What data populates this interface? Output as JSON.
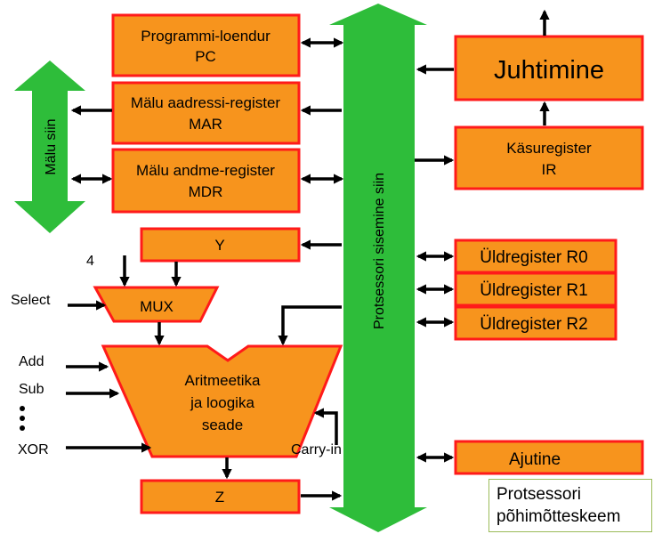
{
  "blocks": {
    "pc": {
      "line1": "Programmi-loendur",
      "line2": "PC"
    },
    "mar": {
      "line1": "Mälu aadressi-register",
      "line2": "MAR"
    },
    "mdr": {
      "line1": "Mälu andme-register",
      "line2": "MDR"
    },
    "y": {
      "label": "Y"
    },
    "mux": {
      "label": "MUX"
    },
    "alu": {
      "line1": "Aritmeetika",
      "line2": "ja loogika",
      "line3": "seade"
    },
    "z": {
      "label": "Z"
    },
    "juhtimine": {
      "label": "Juhtimine"
    },
    "ir": {
      "line1": "Käsuregister",
      "line2": "IR"
    },
    "r0": {
      "label": "Üldregister R0"
    },
    "r1": {
      "label": "Üldregister R1"
    },
    "r2": {
      "label": "Üldregister R2"
    },
    "ajutine": {
      "label": "Ajutine"
    }
  },
  "buses": {
    "memory_bus": "Mälu siin",
    "internal_bus": "Protsessori sisemine siin"
  },
  "inputs": {
    "four": "4",
    "select": "Select",
    "add": "Add",
    "sub": "Sub",
    "xor": "XOR",
    "carry_in": "Carry-in"
  },
  "caption": {
    "line1": "Protsessori",
    "line2": "põhimõtteskeem"
  },
  "colors": {
    "block_fill": "#f7941d",
    "block_border": "#ff1a1a",
    "bus_fill": "#2ebd3a",
    "caption_border": "#9bbb59"
  }
}
